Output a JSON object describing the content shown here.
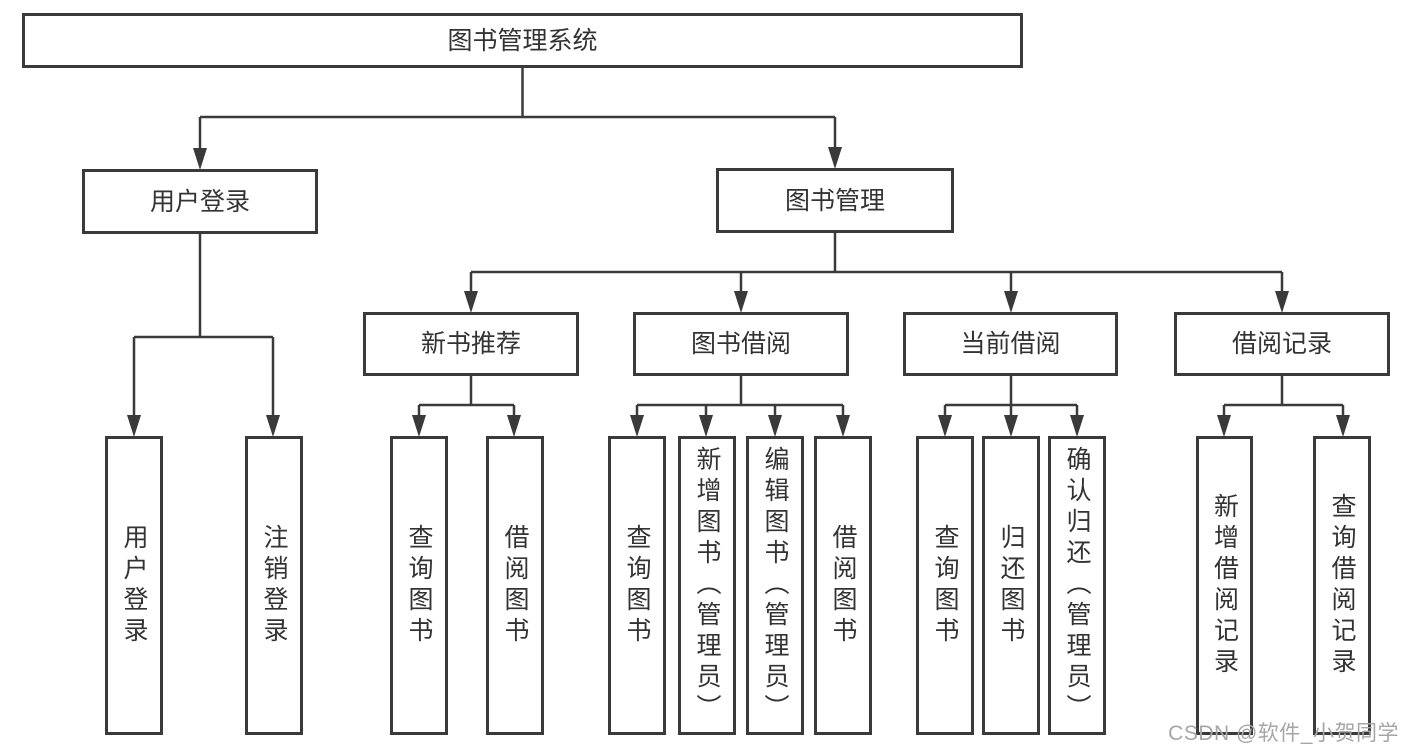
{
  "diagram": {
    "tree": {
      "root": {
        "label": "图书管理系统"
      },
      "children": [
        {
          "label": "用户登录",
          "children": [
            {
              "label": "用户登录"
            },
            {
              "label": "注销登录"
            }
          ]
        },
        {
          "label": "图书管理",
          "children": [
            {
              "label": "新书推荐",
              "children": [
                {
                  "label": "查询图书"
                },
                {
                  "label": "借阅图书"
                }
              ]
            },
            {
              "label": "图书借阅",
              "children": [
                {
                  "label": "查询图书"
                },
                {
                  "label": "新增图书（管理员）"
                },
                {
                  "label": "编辑图书（管理员）"
                },
                {
                  "label": "借阅图书"
                }
              ]
            },
            {
              "label": "当前借阅",
              "children": [
                {
                  "label": "查询图书"
                },
                {
                  "label": "归还图书"
                },
                {
                  "label": "确认归还（管理员）"
                }
              ]
            },
            {
              "label": "借阅记录",
              "children": [
                {
                  "label": "新增借阅记录"
                },
                {
                  "label": "查询借阅记录"
                }
              ]
            }
          ]
        }
      ]
    }
  },
  "watermark": {
    "text": "CSDN @软件_小贺同学"
  },
  "colors": {
    "line": "#3a3a3a",
    "text": "#333333",
    "watermark": "#a6a6a6",
    "background": "#ffffff"
  }
}
